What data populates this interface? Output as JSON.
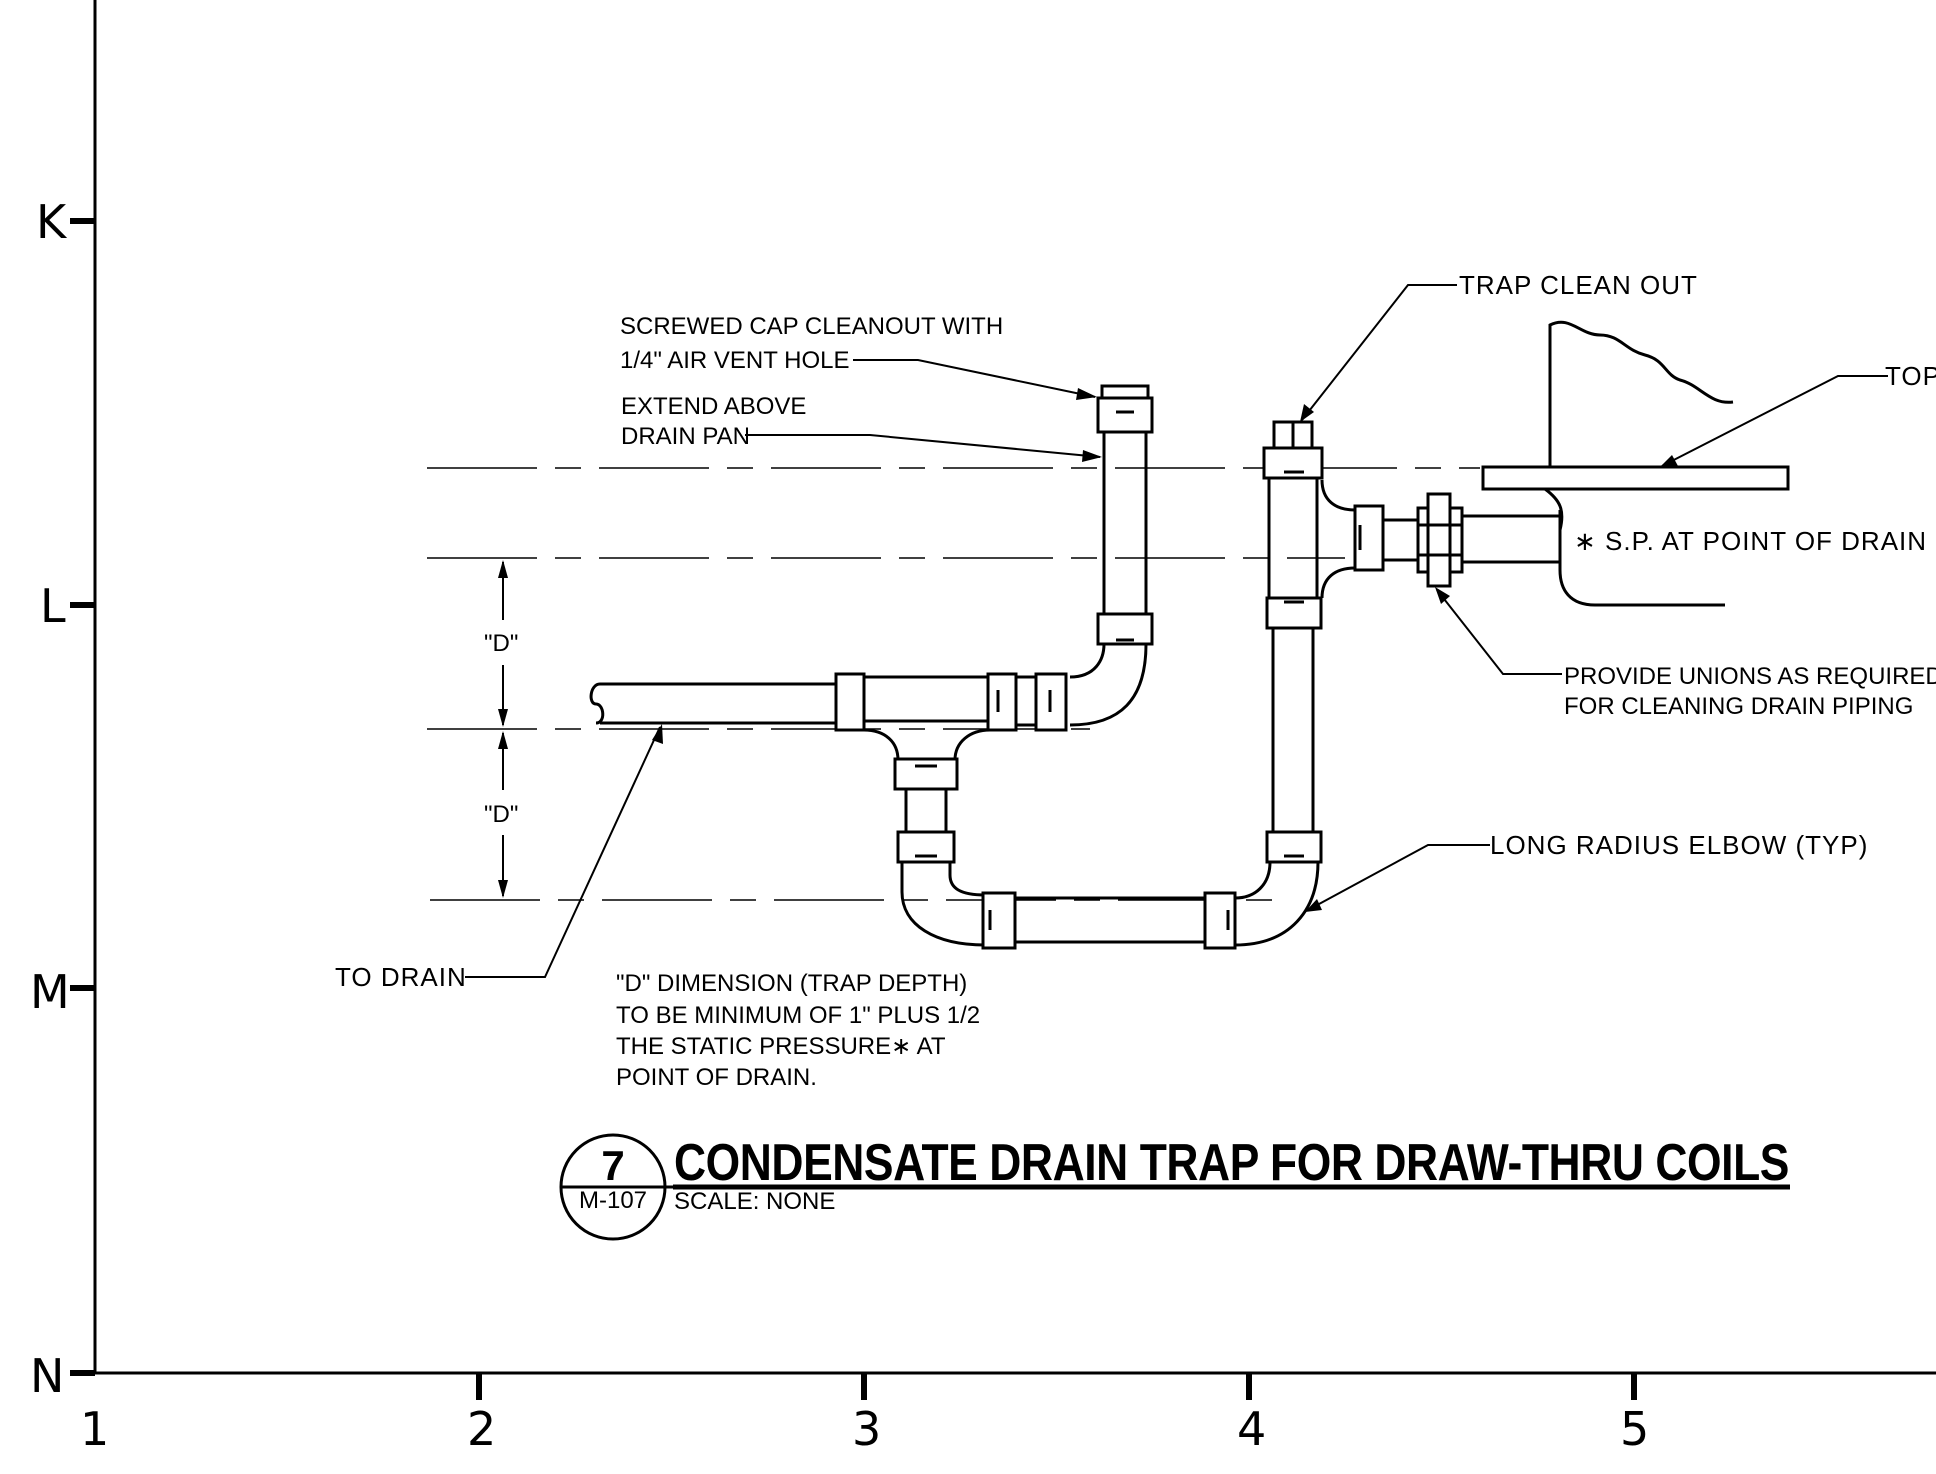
{
  "grid": {
    "rows": [
      "K",
      "L",
      "M",
      "N"
    ],
    "columns": [
      "1",
      "2",
      "3",
      "4",
      "5"
    ]
  },
  "labels": {
    "screwed_cap_1": "SCREWED CAP CLEANOUT WITH",
    "screwed_cap_2": "1/4\" AIR VENT HOLE",
    "extend_1": "EXTEND ABOVE",
    "extend_2": "DRAIN PAN",
    "trap_clean_out": "TRAP CLEAN OUT",
    "top": "TOP",
    "sp_note": "∗ S.P. AT POINT OF DRAIN",
    "unions_1": "PROVIDE UNIONS AS REQUIRED",
    "unions_2": "FOR CLEANING DRAIN PIPING",
    "long_radius": "LONG RADIUS ELBOW (TYP)",
    "to_drain": "TO DRAIN",
    "dim_d_upper": "\"D\"",
    "dim_d_lower": "\"D\"",
    "note_1": "\"D\" DIMENSION (TRAP DEPTH)",
    "note_2": "TO BE MINIMUM OF 1\" PLUS 1/2",
    "note_3": "THE STATIC PRESSURE∗ AT",
    "note_4": "POINT OF DRAIN."
  },
  "title_block": {
    "detail_number": "7",
    "sheet": "M-107",
    "title": "CONDENSATE DRAIN TRAP FOR DRAW-THRU COILS",
    "scale": "SCALE:  NONE"
  }
}
